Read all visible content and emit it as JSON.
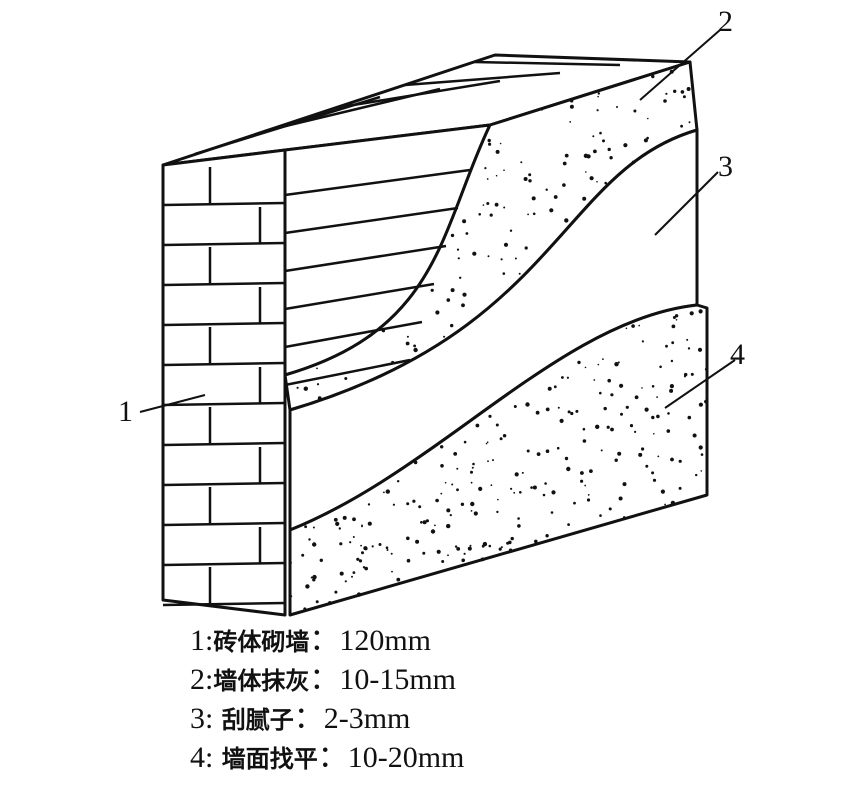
{
  "diagram": {
    "callouts": [
      "1",
      "2",
      "3",
      "4"
    ],
    "legend": [
      {
        "num": "1:",
        "name": "砖体砌墙",
        "sep": "：",
        "value": "120mm"
      },
      {
        "num": "2:",
        "name": "墙体抹灰",
        "sep": "：",
        "value": "10-15mm"
      },
      {
        "num": "3:",
        "name": " 刮腻子",
        "sep": "：",
        "value": "2-3mm"
      },
      {
        "num": "4:",
        "name": " 墙面找平",
        "sep": "：",
        "value": "10-20mm"
      }
    ]
  }
}
